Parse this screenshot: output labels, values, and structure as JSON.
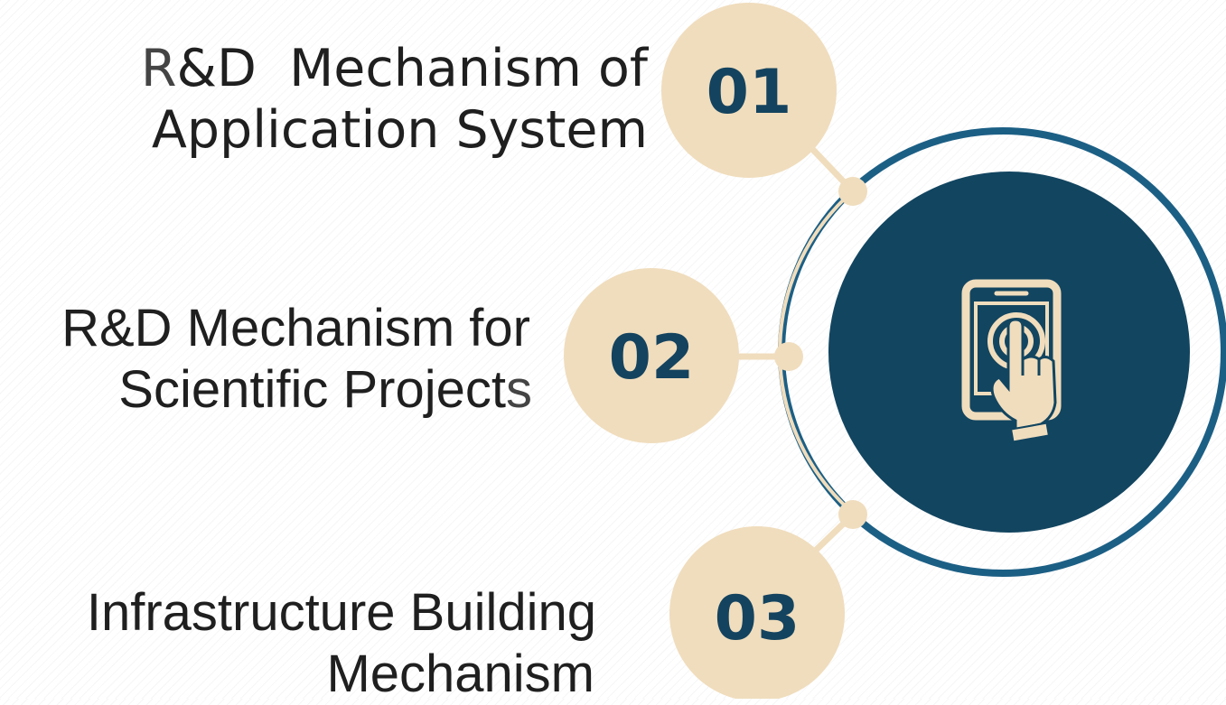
{
  "colors": {
    "badge_fill": "#f0ddbd",
    "connector": "#f0ddbd",
    "ring": "#1c5f85",
    "center_fill": "#124560",
    "number_text": "#14435f",
    "icon": "#f0ddbd"
  },
  "center": {
    "icon": "smartphone-touch-icon"
  },
  "items": [
    {
      "number": "01",
      "label_line1_first": "R",
      "label_line1_rest": "&D  Mechanism of",
      "label_line2": "Application System"
    },
    {
      "number": "02",
      "label_line1": "R&D Mechanism for",
      "label_line2_main": "Scientific Project",
      "label_line2_last": "s"
    },
    {
      "number": "03",
      "label_line1": "Infrastructure Building",
      "label_line2": "Mechanism"
    }
  ]
}
